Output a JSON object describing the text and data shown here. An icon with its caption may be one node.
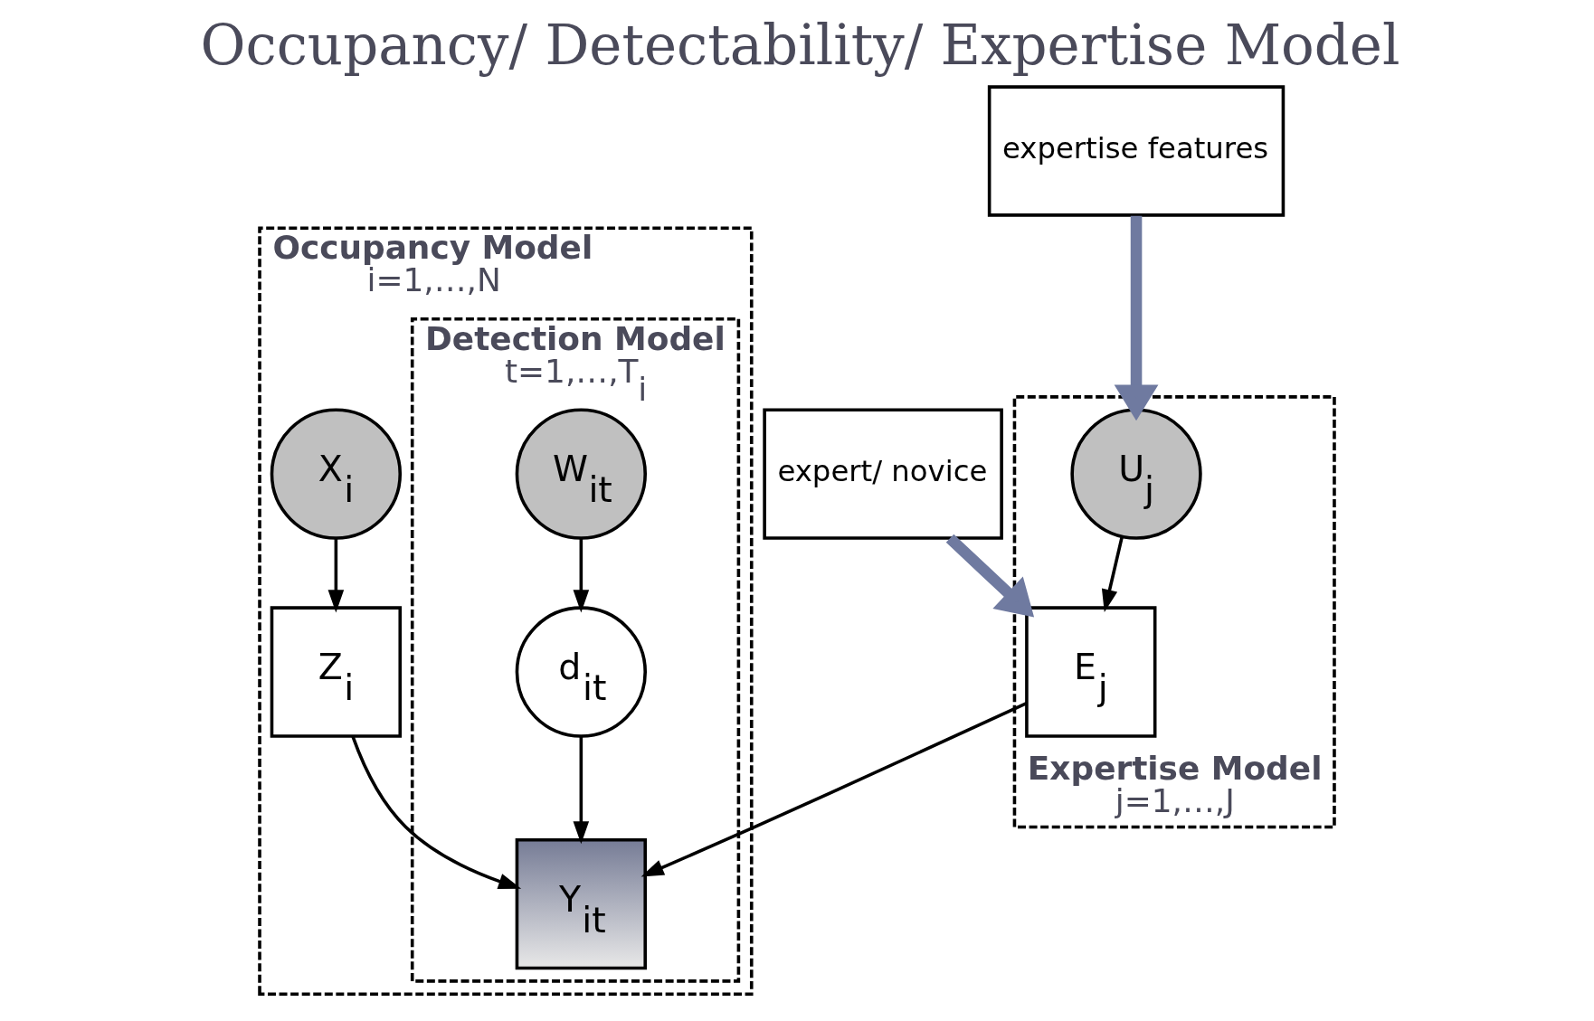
{
  "diagram": {
    "title": "Occupancy/ Detectability/ Expertise Model",
    "nodes": [
      {
        "text": [
          "Expertise Model",
          "j=1,…,J"
        ]
      },
      {
        "text": [
          "U$_{j}$"
        ],
        "in": 0
      },
      {
        "text": [
          "E$_{j}$"
        ],
        "in": 0
      },
      {
        "text": [
          "expertise features"
        ]
      },
      {
        "text": [
          "expert/ novice"
        ]
      },
      {
        "text": [
          "Occupancy Model",
          "i=1,…,N"
        ]
      },
      {
        "text": [
          "X$_{i}$"
        ],
        "in": 5
      },
      {
        "text": [
          "Z$_{i}$"
        ],
        "in": 5
      },
      {
        "text": [
          "Detection Model",
          "t=1,…,T$_{i}$"
        ],
        "in": 5
      },
      {
        "text": [
          "Y$_{it}$"
        ],
        "in": 8
      },
      {
        "text": [
          "d$_{it}$"
        ],
        "in": 8
      },
      {
        "text": [
          "W$_{it}$"
        ],
        "in": 8
      }
    ],
    "edges": [
      {
        "from": 1,
        "to": 2,
        "arrow": "to"
      },
      {
        "from": 2,
        "to": 9,
        "arrow": "to"
      },
      {
        "from": 6,
        "to": 7,
        "arrow": "to"
      },
      {
        "from": 7,
        "to": 9,
        "arrow": "to"
      },
      {
        "from": 10,
        "to": 9,
        "arrow": "to"
      },
      {
        "from": 11,
        "to": 10,
        "arrow": "to"
      },
      {
        "from": 3,
        "to": 1,
        "arrow": "to",
        "style": "thick",
        "color": "#6f7aa0"
      },
      {
        "from": 4,
        "to": 2,
        "arrow": "to",
        "style": "thick",
        "color": "#6f7aa0"
      }
    ]
  }
}
